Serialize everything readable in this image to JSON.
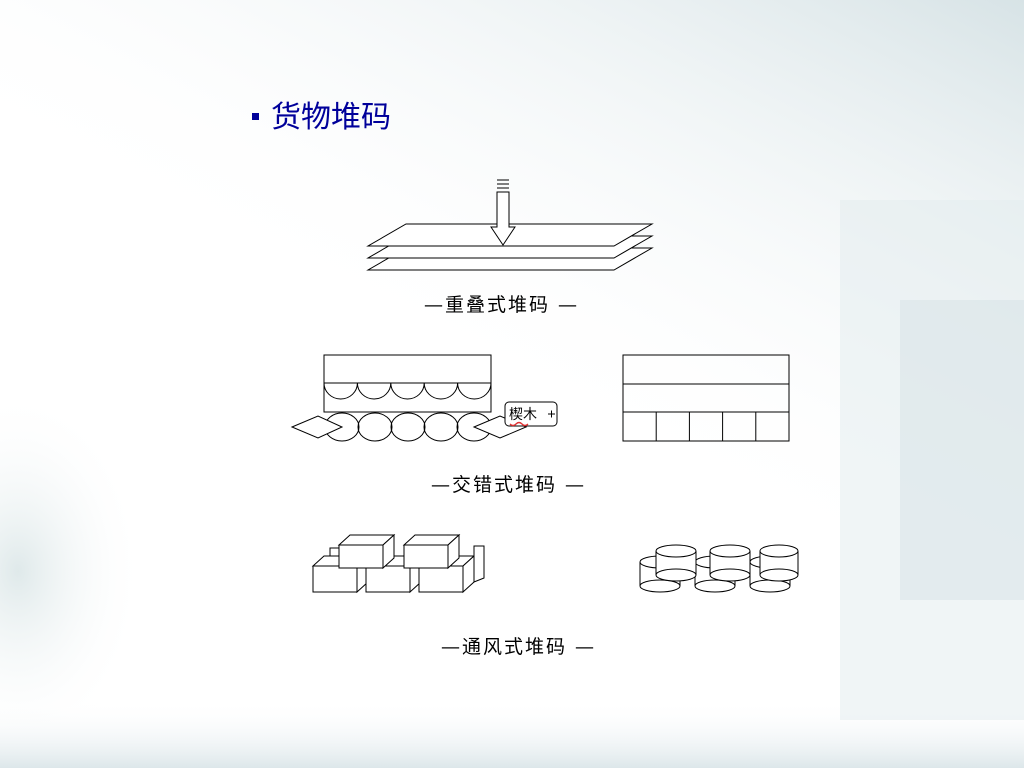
{
  "slide": {
    "title": "货物堆码"
  },
  "figures": [
    {
      "caption": "—重叠式堆码 —"
    },
    {
      "caption": "—交错式堆码 —",
      "wedge_label": "楔木"
    },
    {
      "caption": "—通风式堆码 —"
    }
  ],
  "colors": {
    "title": "#00009a",
    "line": "#000000",
    "background_tint": "#e6eef0"
  }
}
